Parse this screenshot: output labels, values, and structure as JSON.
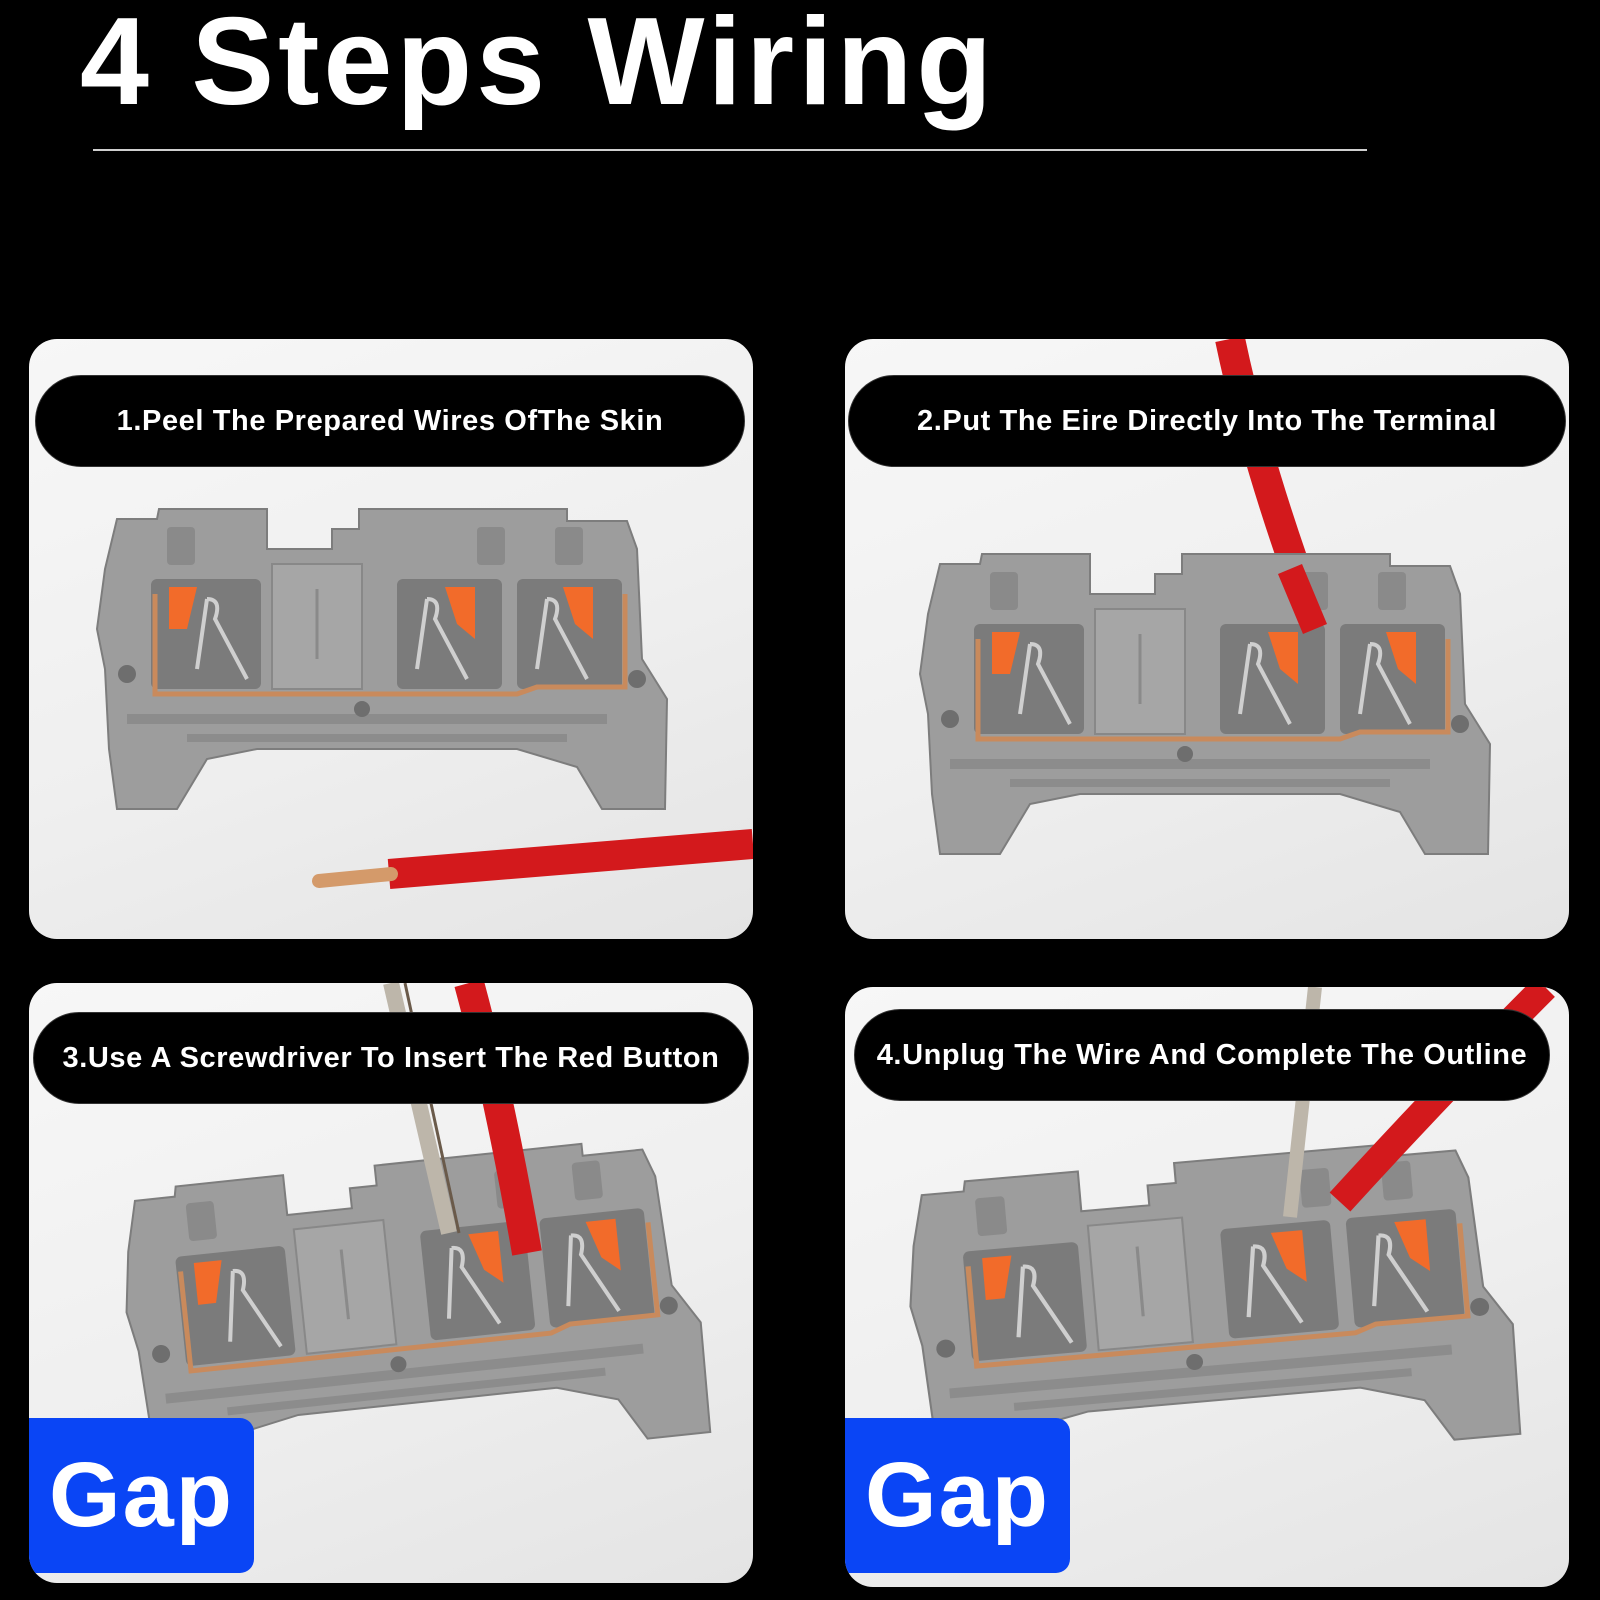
{
  "header": {
    "title": "4 Steps Wiring"
  },
  "steps": [
    {
      "label": "1.Peel The Prepared Wires OfThe Skin",
      "image": "terminal-block-with-stripped-red-wire"
    },
    {
      "label": "2.Put The Eire Directly Into The Terminal",
      "image": "red-wire-inserted-into-terminal-block"
    },
    {
      "label": "3.Use A Screwdriver To Insert The Red Button",
      "image": "screwdriver-pressing-release-button",
      "badge": "Gap"
    },
    {
      "label": "4.Unplug The Wire And Complete The Outline",
      "image": "wire-removed-from-terminal-block",
      "badge": "Gap"
    }
  ],
  "colors": {
    "background": "#000000",
    "card": "#f2f2f2",
    "pill": "#000000",
    "badge": "#0a45f5",
    "terminal_gray": "#9b9b9b",
    "release_button_orange": "#f26b2a",
    "wire_red": "#d3191c",
    "copper": "#c98a5c"
  }
}
